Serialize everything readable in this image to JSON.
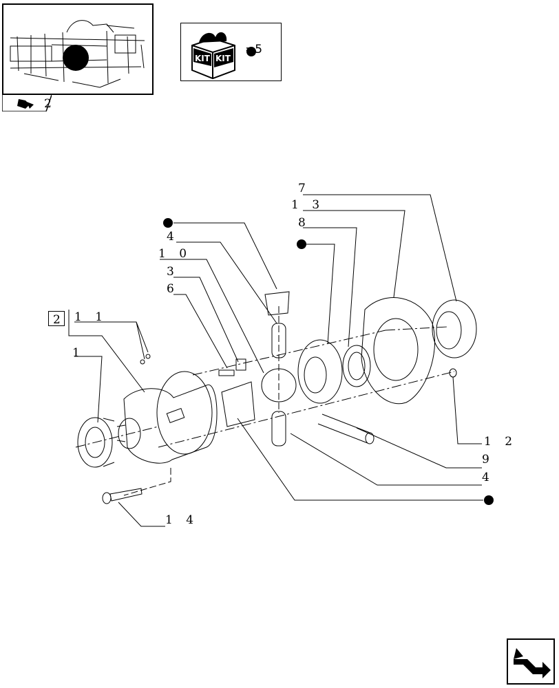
{
  "kit": {
    "label_left": "KIT",
    "label_right": "KIT",
    "quantity_text": "=5"
  },
  "thumbnail": {
    "page_marker": "2"
  },
  "callouts": {
    "c7": "7",
    "c13": "1 3",
    "c8": "8",
    "c4_top": "4",
    "c10": "1 0",
    "c3": "3",
    "c6": "6",
    "c2": "2",
    "c11": "1 1",
    "c1": "1",
    "c12": "1 2",
    "c9": "9",
    "c4_bottom": "4",
    "c14": "1 4"
  },
  "icons": {
    "kit": "kit-box-icon",
    "bullet": "filled-circle-icon",
    "nav": "next-page-arrow-icon"
  }
}
